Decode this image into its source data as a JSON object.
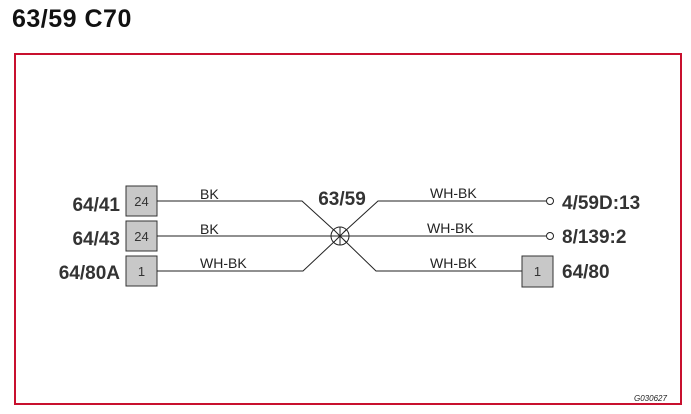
{
  "title": "63/59 C70",
  "frame_color": "#c8102e",
  "connector_fill": "#c8c8c8",
  "splice": {
    "label": "63/59"
  },
  "left_connectors": [
    {
      "id": "64/41",
      "pin": "24",
      "wire": "BK"
    },
    {
      "id": "64/43",
      "pin": "24",
      "wire": "BK"
    },
    {
      "id": "64/80A",
      "pin": "1",
      "wire": "WH-BK"
    }
  ],
  "right_connectors": [
    {
      "id": "4/59D:13",
      "wire": "WH-BK",
      "terminal": "open-circle"
    },
    {
      "id": "8/139:2",
      "wire": "WH-BK",
      "terminal": "open-circle"
    },
    {
      "id": "64/80",
      "pin": "1",
      "wire": "WH-BK",
      "terminal": "box"
    }
  ],
  "figure_ref": "G030627"
}
